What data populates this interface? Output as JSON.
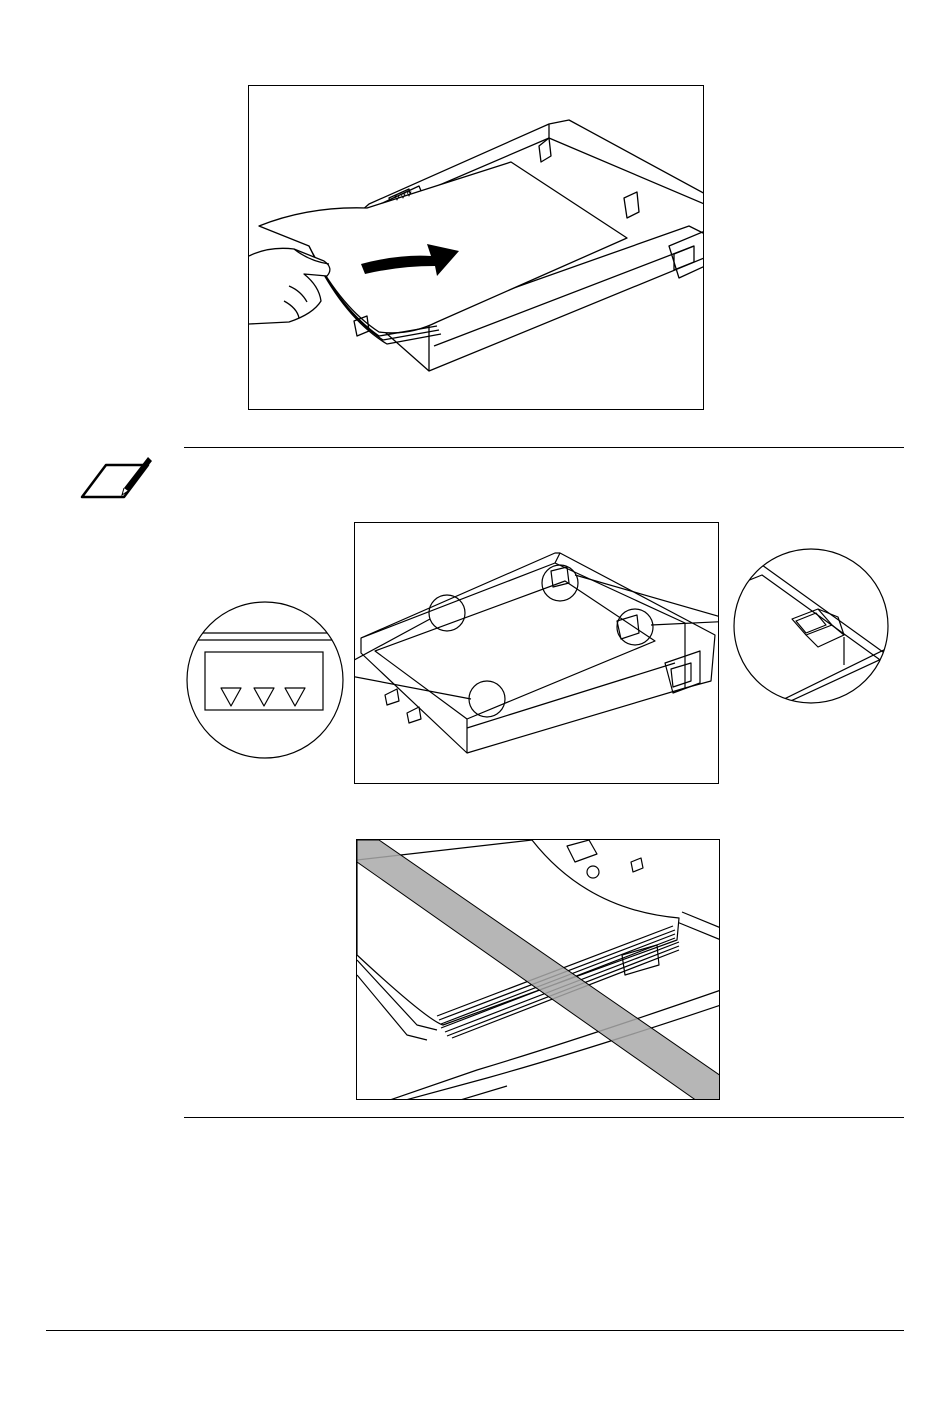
{
  "page": {
    "figures": [
      {
        "name": "paper-loading-illustration"
      },
      {
        "name": "paper-limit-marks-illustration"
      },
      {
        "name": "paper-overload-illustration"
      }
    ],
    "icons": {
      "note": "pencil-note-icon"
    },
    "colors": {
      "line": "#000000",
      "prohibition_band": "#a9a9a9",
      "background": "#ffffff"
    }
  }
}
